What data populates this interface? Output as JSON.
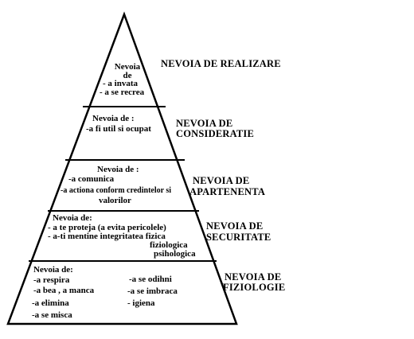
{
  "levels": [
    {
      "id": "realizare",
      "name_lines": [
        "NEVOIA DE REALIZARE"
      ],
      "inside": [
        "Nevoia",
        "de",
        "- a invata",
        "- a se recrea"
      ]
    },
    {
      "id": "consideratie",
      "name_lines": [
        "NEVOIA DE",
        "CONSIDERATIE"
      ],
      "inside": [
        "Nevoia de :",
        "-a fi util si ocupat"
      ]
    },
    {
      "id": "apartenenta",
      "name_lines": [
        "NEVOIA DE",
        "APARTENENTA"
      ],
      "inside": [
        "Nevoia de :",
        "-a comunica",
        "-a actiona conform credintelor si",
        "valorilor"
      ]
    },
    {
      "id": "securitate",
      "name_lines": [
        "NEVOIA DE",
        "SECURITATE"
      ],
      "inside": [
        "Nevoia de:",
        "- a te proteja (a evita pericolele)",
        "- a-ti mentine integritatea fizica",
        "fiziologica",
        "psihologica"
      ]
    },
    {
      "id": "fiziologie",
      "name_lines": [
        "NEVOIA DE",
        "FIZIOLOGIE"
      ],
      "inside": [
        "Nevoia de:",
        "-a respira",
        "-a bea , a manca",
        "-a elimina",
        "-a se misca",
        "-a se odihni",
        "-a se imbraca",
        "- igiena"
      ]
    }
  ]
}
